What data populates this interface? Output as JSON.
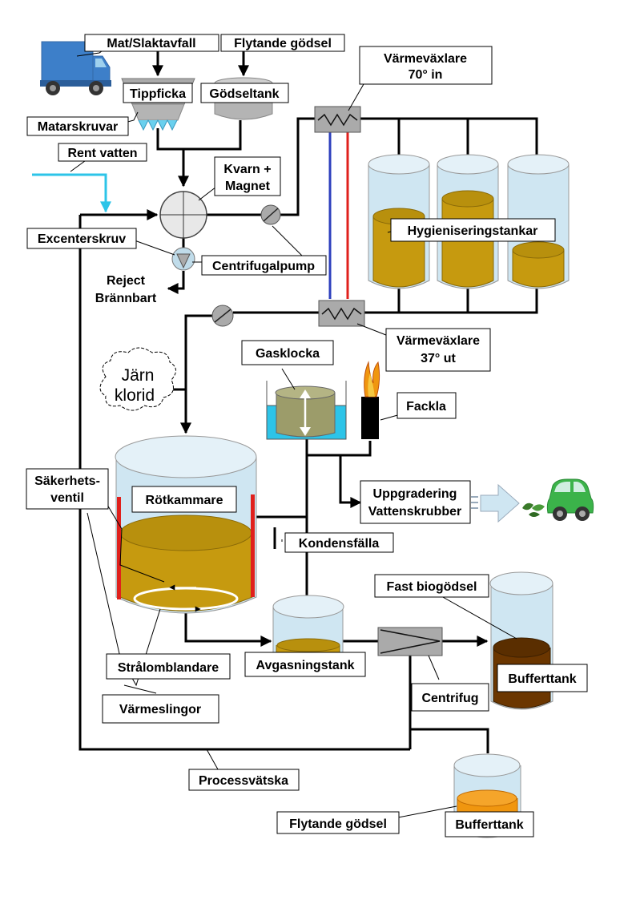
{
  "colors": {
    "tank_glass": "#cfe6f2",
    "sludge": "#c69a0f",
    "biogodsel": "#6b3600",
    "flytande": "#f0960f",
    "water_line": "#2dc4e8",
    "hot_line": "#e0201c",
    "cold_line": "#2d3fbd",
    "gas_bell": "#9c9c6a",
    "car": "#3bb34a",
    "truck_blue": "#3d7fc9"
  },
  "icons": [
    "truck-icon",
    "car-icon",
    "leaf-icon",
    "flame-icon",
    "cloud-icon"
  ],
  "labels": {
    "mat_slaktavfall": "Mat/Slaktavfall",
    "flytande_godsel_top": "Flytande gödsel",
    "varmevaxlare_70_line1": "Värmeväxlare",
    "varmevaxlare_70_line2": "70° in",
    "tippficka": "Tippficka",
    "godseltank": "Gödseltank",
    "matarskruvar": "Matarskruvar",
    "rent_vatten": "Rent vatten",
    "kvarn_line1": "Kvarn +",
    "kvarn_line2": "Magnet",
    "hygieniseringstankar": "Hygieniseringstankar",
    "excenterskruv": "Excenterskruv",
    "centrifugalpump": "Centrifugalpump",
    "reject_line1": "Reject",
    "reject_line2": "Brännbart",
    "varmevaxlare_37_line1": "Värmeväxlare",
    "varmevaxlare_37_line2": "37° ut",
    "gasklocka": "Gasklocka",
    "jarn_line1": "Järn",
    "jarn_line2": "klorid",
    "fackla": "Fackla",
    "sakerhets_line1": "Säkerhets-",
    "sakerhets_line2": "ventil",
    "uppgradering_line1": "Uppgradering",
    "uppgradering_line2": "Vattenskrubber",
    "rotkammare": "Rötkammare",
    "kondensfalla": "Kondensfälla",
    "fast_biogodsel": "Fast biogödsel",
    "stralomblandare": "Strålomblandare",
    "avgasningstank": "Avgasningstank",
    "bufferttank_1": "Bufferttank",
    "centrifug": "Centrifug",
    "varmeslingor": "Värmeslingor",
    "processvatska": "Processvätska",
    "flytande_godsel_bottom": "Flytande gödsel",
    "bufferttank_2": "Bufferttank"
  }
}
